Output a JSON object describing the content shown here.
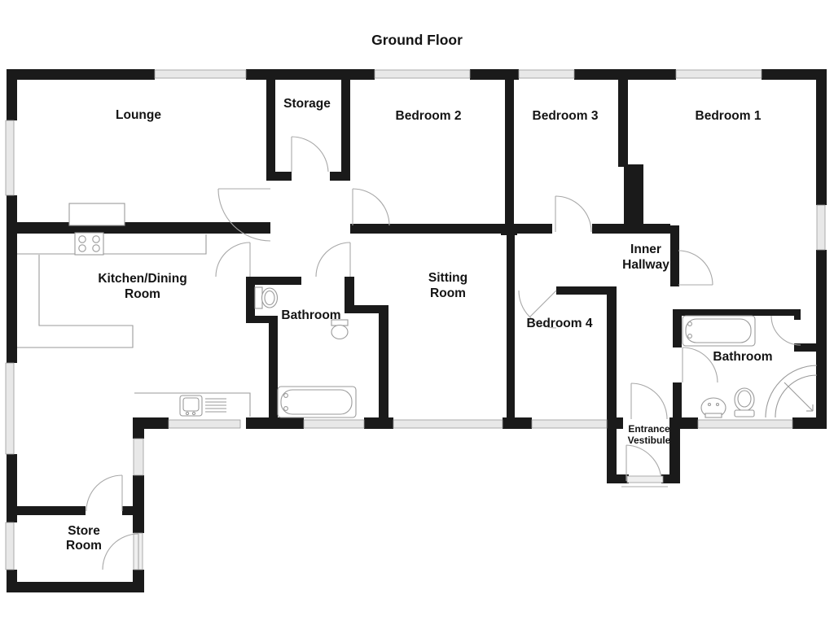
{
  "title": "Ground Floor",
  "rooms": {
    "lounge": {
      "label": "Lounge"
    },
    "storage": {
      "label": "Storage"
    },
    "bedroom2": {
      "label": "Bedroom 2"
    },
    "bedroom3": {
      "label": "Bedroom 3"
    },
    "bedroom1": {
      "label": "Bedroom 1"
    },
    "kitchen_dining": {
      "line1": "Kitchen/Dining",
      "line2": "Room"
    },
    "bathroom_middle": {
      "label": "Bathroom"
    },
    "sitting_room": {
      "line1": "Sitting",
      "line2": "Room"
    },
    "inner_hallway": {
      "line1": "Inner",
      "line2": "Hallway"
    },
    "bedroom4": {
      "label": "Bedroom 4"
    },
    "bathroom_right": {
      "label": "Bathroom"
    },
    "entrance_vestibule": {
      "line1": "Entrance",
      "line2": "Vestibule"
    },
    "store_room": {
      "line1": "Store",
      "line2": "Room"
    }
  },
  "colors": {
    "wall": "#1a1a1a",
    "window_fill": "#e8e8e8",
    "fixture_line": "#9a9a9a",
    "text": "#141414",
    "background": "#ffffff"
  }
}
